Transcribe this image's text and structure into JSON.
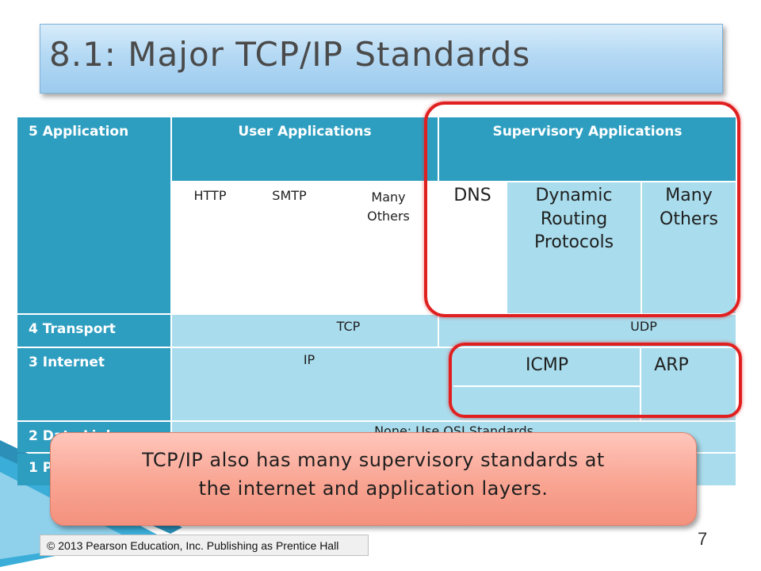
{
  "title": "8.1: Major TCP/IP Standards",
  "table": {
    "layers": {
      "application": "5 Application",
      "transport": "4 Transport",
      "internet": "3 Internet",
      "data_link": "2 Data Link",
      "physical": "1 Physical"
    },
    "headers": {
      "user_apps": "User Applications",
      "supervisory_apps": "Supervisory Applications"
    },
    "application_protocols": {
      "http": "HTTP",
      "smtp": "SMTP",
      "many_others_user": "Many Others",
      "dns": "DNS",
      "dynamic_routing": "Dynamic Routing Protocols",
      "many_others_supervisory": "Many Others"
    },
    "transport_protocols": {
      "tcp": "TCP",
      "udp": "UDP"
    },
    "internet_protocols": {
      "ip": "IP",
      "icmp": "ICMP",
      "arp": "ARP"
    },
    "data_link_physical": "None: Use OSI Standards"
  },
  "callout": {
    "line1": "TCP/IP also has many supervisory standards at",
    "line2": "the internet and application layers."
  },
  "footer": {
    "copyright": "© 2013 Pearson Education, Inc. Publishing as Prentice Hall",
    "page_number": "7"
  },
  "colors": {
    "header_blue": "#2e9ec0",
    "light_blue": "#a9dcec",
    "highlight_red": "#e02020",
    "callout_salmon": "#f9a492"
  }
}
